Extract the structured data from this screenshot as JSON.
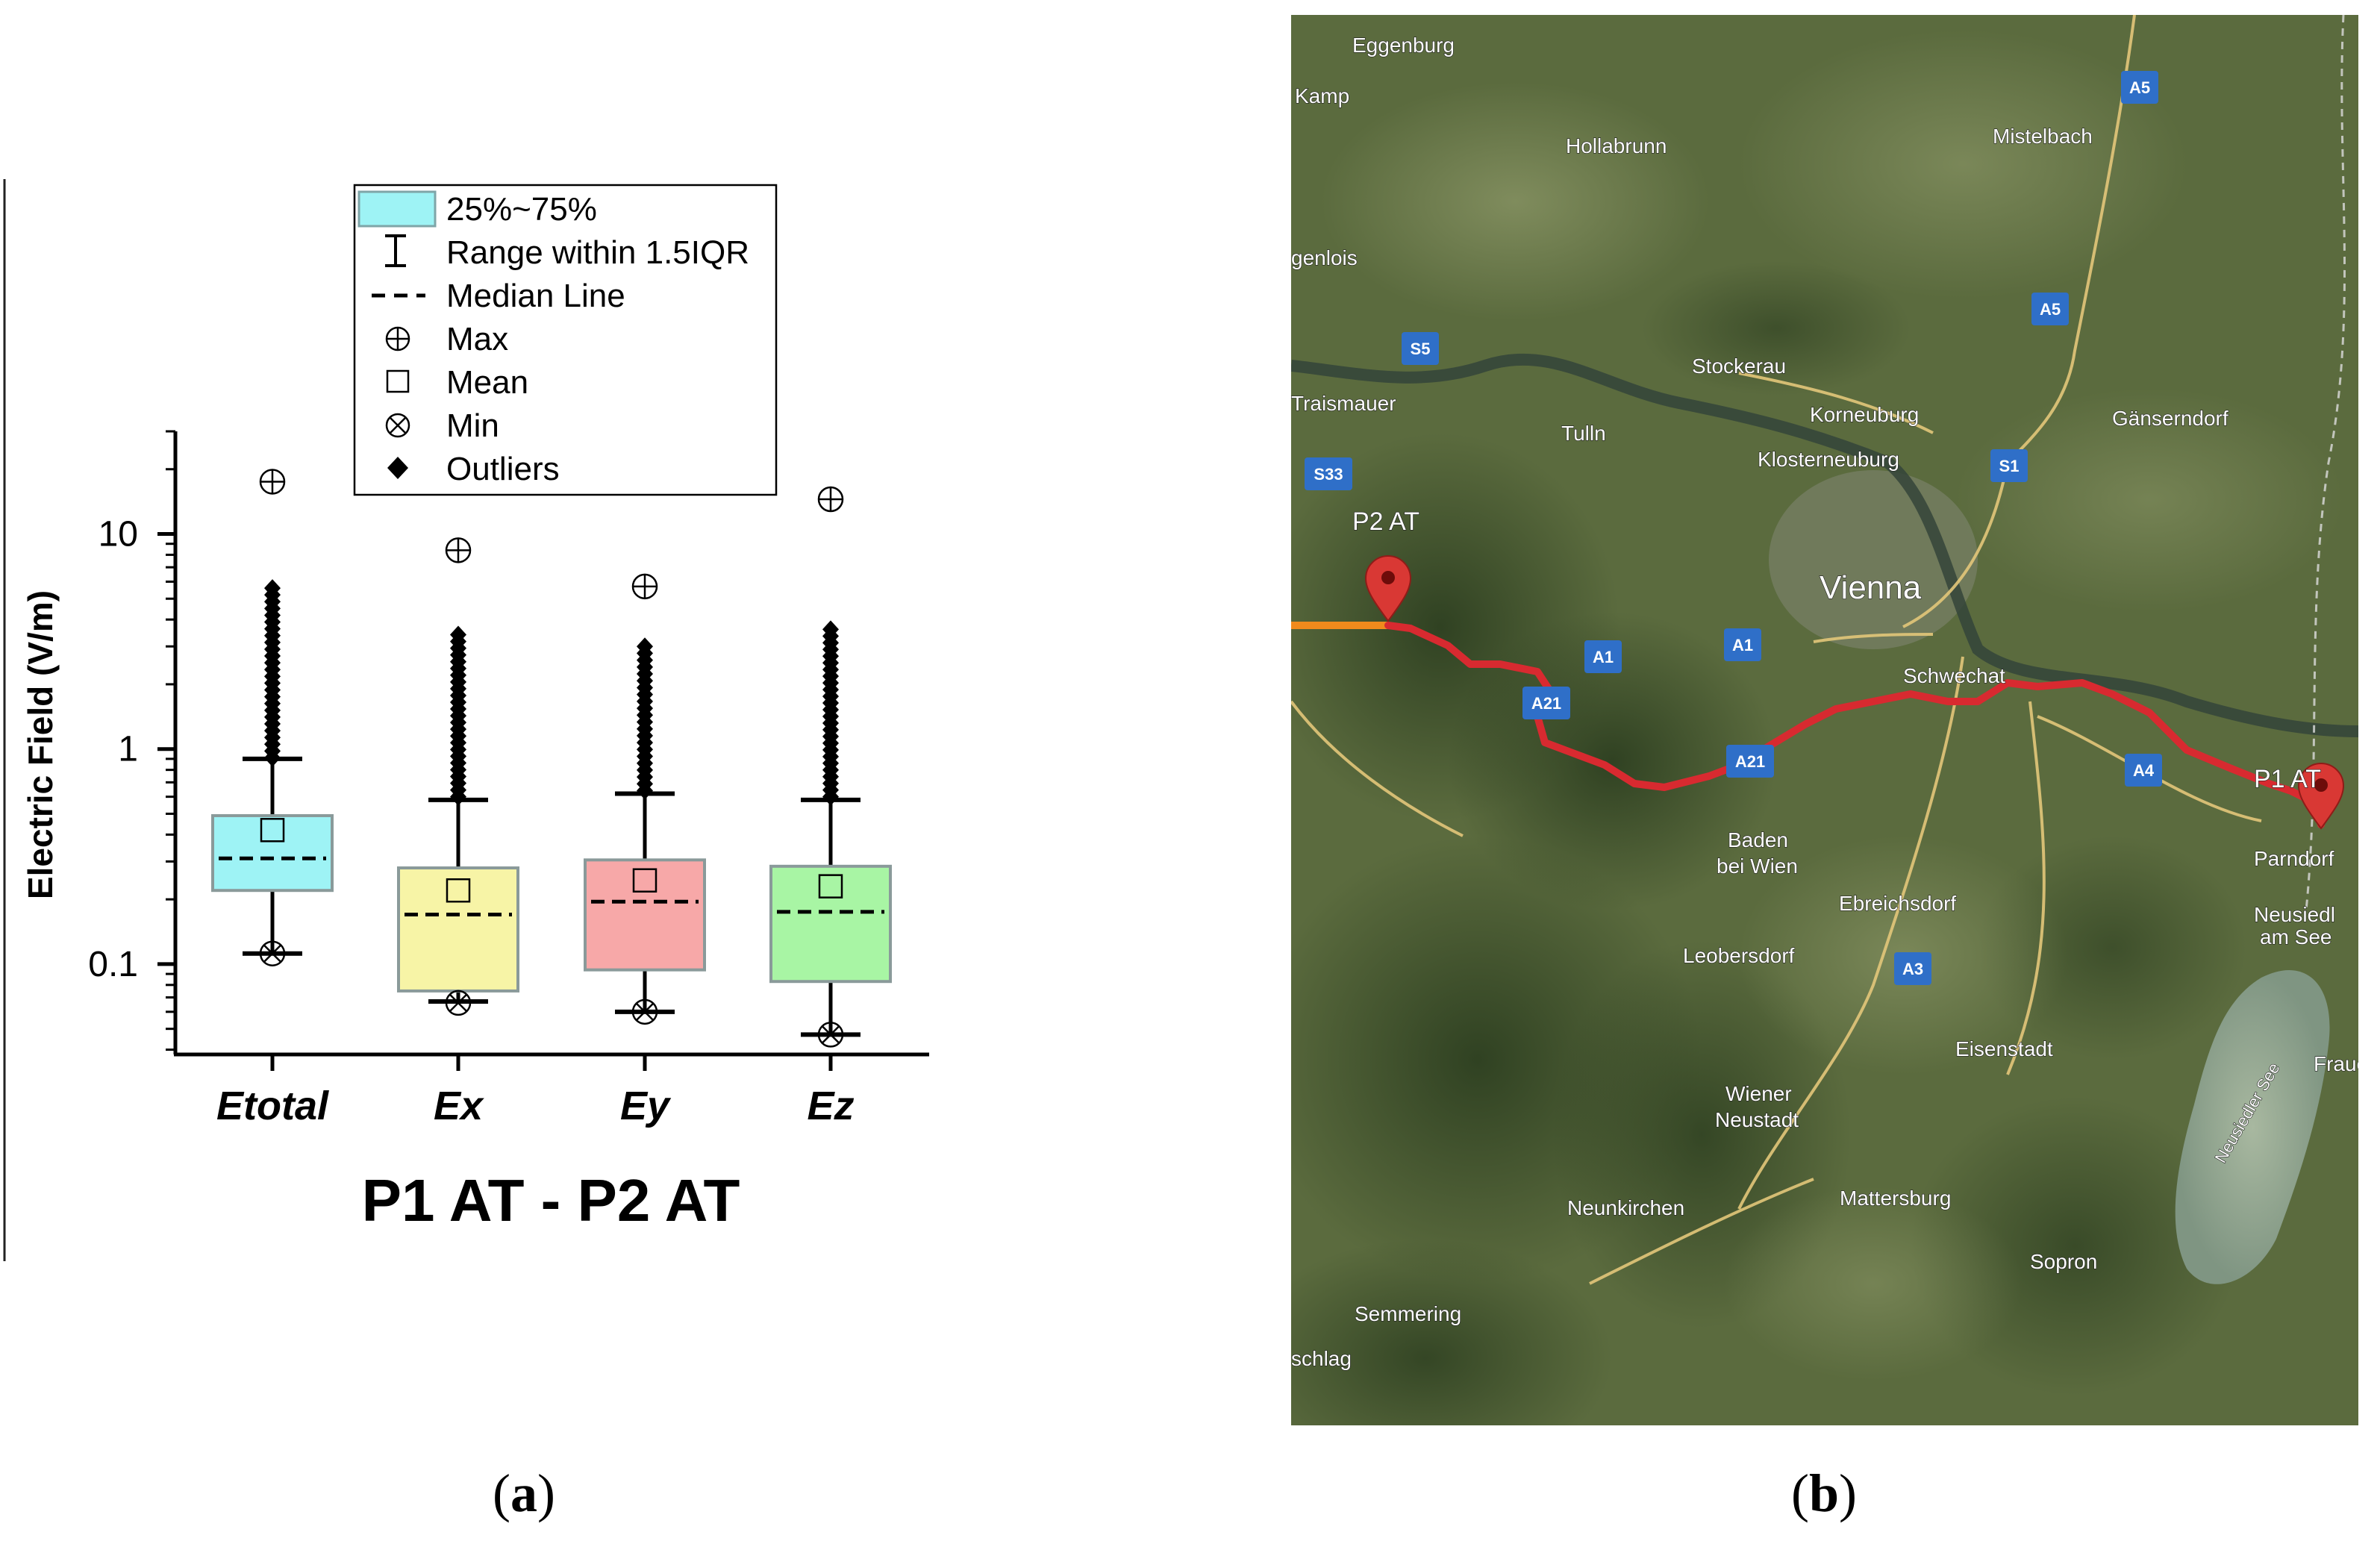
{
  "panel_a": {
    "caption": "a",
    "legend": [
      {
        "key": "box",
        "label": "25%~75%"
      },
      {
        "key": "range",
        "label": "Range within 1.5IQR"
      },
      {
        "key": "median",
        "label": "Median Line"
      },
      {
        "key": "max",
        "label": "Max"
      },
      {
        "key": "mean",
        "label": "Mean"
      },
      {
        "key": "min",
        "label": "Min"
      },
      {
        "key": "outliers",
        "label": "Outliers"
      }
    ]
  },
  "panel_b": {
    "caption": "b",
    "map_labels": [
      "Eggenburg",
      "Kamp",
      "Hollabrunn",
      "Mistelbach",
      "genlois",
      "Stockerau",
      "Korneuburg",
      "Klosterneuburg",
      "Gänserndorf",
      "Traismauer",
      "Tulln",
      "P2 AT",
      "Vienna",
      "Schwechat",
      "P1 AT",
      "Baden",
      "bei Wien",
      "Ebreichsdorf",
      "Parndorf",
      "Neusiedl",
      "am See",
      "Leobersdorf",
      "Eisenstadt",
      "Wiener",
      "Neustadt",
      "Mattersburg",
      "Frauen",
      "Neunkirchen",
      "Sopron",
      "Semmering",
      "schlag",
      "Neusiedler See"
    ],
    "road_shields": [
      "A5",
      "A5",
      "S5",
      "S33",
      "S1",
      "A1",
      "A1",
      "A21",
      "A21",
      "A4",
      "A3"
    ],
    "colors": {
      "route": "#d82a30",
      "route_start": "#f08a1c",
      "shield": "#2f6fc8"
    }
  },
  "chart_data": {
    "type": "box",
    "title": "P1 AT - P2 AT",
    "xlabel": "",
    "ylabel": "Electric Field (V/m)",
    "yscale": "log",
    "ylim": [
      0.038,
      30
    ],
    "yticks": [
      0.1,
      1,
      10
    ],
    "ytick_labels": [
      "0.1",
      "1",
      "10"
    ],
    "categories": [
      "Etotal",
      "Ex",
      "Ey",
      "Ez"
    ],
    "series": [
      {
        "category": "Etotal",
        "q1": 0.22,
        "median": 0.31,
        "q3": 0.49,
        "mean": 0.42,
        "whisker_low": 0.112,
        "whisker_high": 0.9,
        "min": 0.112,
        "max": 17.5,
        "outliers_low": 0.91,
        "outliers_high": 5.6,
        "color": "#9ef3f5"
      },
      {
        "category": "Ex",
        "q1": 0.075,
        "median": 0.17,
        "q3": 0.28,
        "mean": 0.22,
        "whisker_low": 0.067,
        "whisker_high": 0.58,
        "min": 0.066,
        "max": 8.4,
        "outliers_low": 0.6,
        "outliers_high": 3.4,
        "color": "#f7f4a6"
      },
      {
        "category": "Ey",
        "q1": 0.094,
        "median": 0.195,
        "q3": 0.305,
        "mean": 0.245,
        "whisker_low": 0.06,
        "whisker_high": 0.62,
        "min": 0.06,
        "max": 5.7,
        "outliers_low": 0.64,
        "outliers_high": 3.0,
        "color": "#f7a8a8"
      },
      {
        "category": "Ez",
        "q1": 0.083,
        "median": 0.175,
        "q3": 0.285,
        "mean": 0.23,
        "whisker_low": 0.047,
        "whisker_high": 0.58,
        "min": 0.047,
        "max": 14.5,
        "outliers_low": 0.6,
        "outliers_high": 3.6,
        "color": "#a8f5a4"
      }
    ],
    "legend_position": "top-right",
    "grid": false
  }
}
